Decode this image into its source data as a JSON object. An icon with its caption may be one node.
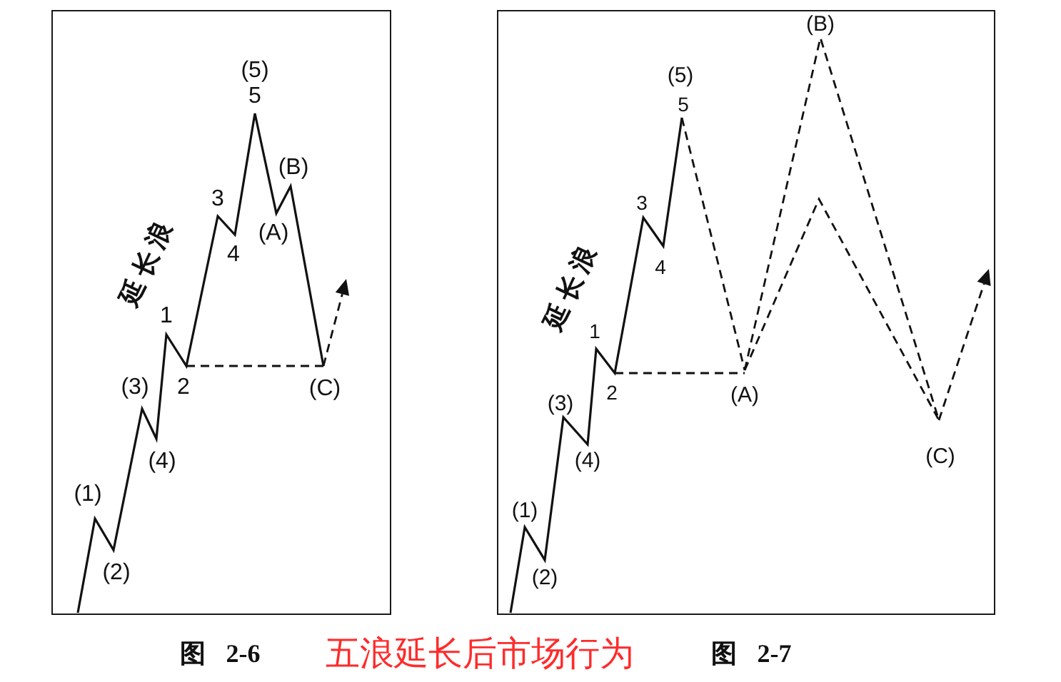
{
  "diagram": {
    "caption": "五浪延长后市场行为",
    "nodes": [
      {
        "text": [
          "(5)",
          "5",
          "(B)",
          "3",
          "(A)",
          "4",
          "延长浪",
          "1",
          "(3)",
          "2",
          "(C)",
          "(4)",
          "(1)",
          "(2)"
        ],
        "beside": [
          "图 2-6"
        ]
      },
      {
        "text": [
          "(B)",
          "(5)",
          "5",
          "3",
          "4",
          "延长浪",
          "1",
          "(3)",
          "2",
          "(A)",
          "(4)",
          "(C)",
          "(1)",
          "(2)"
        ],
        "beside": [
          "图 2-7"
        ]
      }
    ]
  }
}
